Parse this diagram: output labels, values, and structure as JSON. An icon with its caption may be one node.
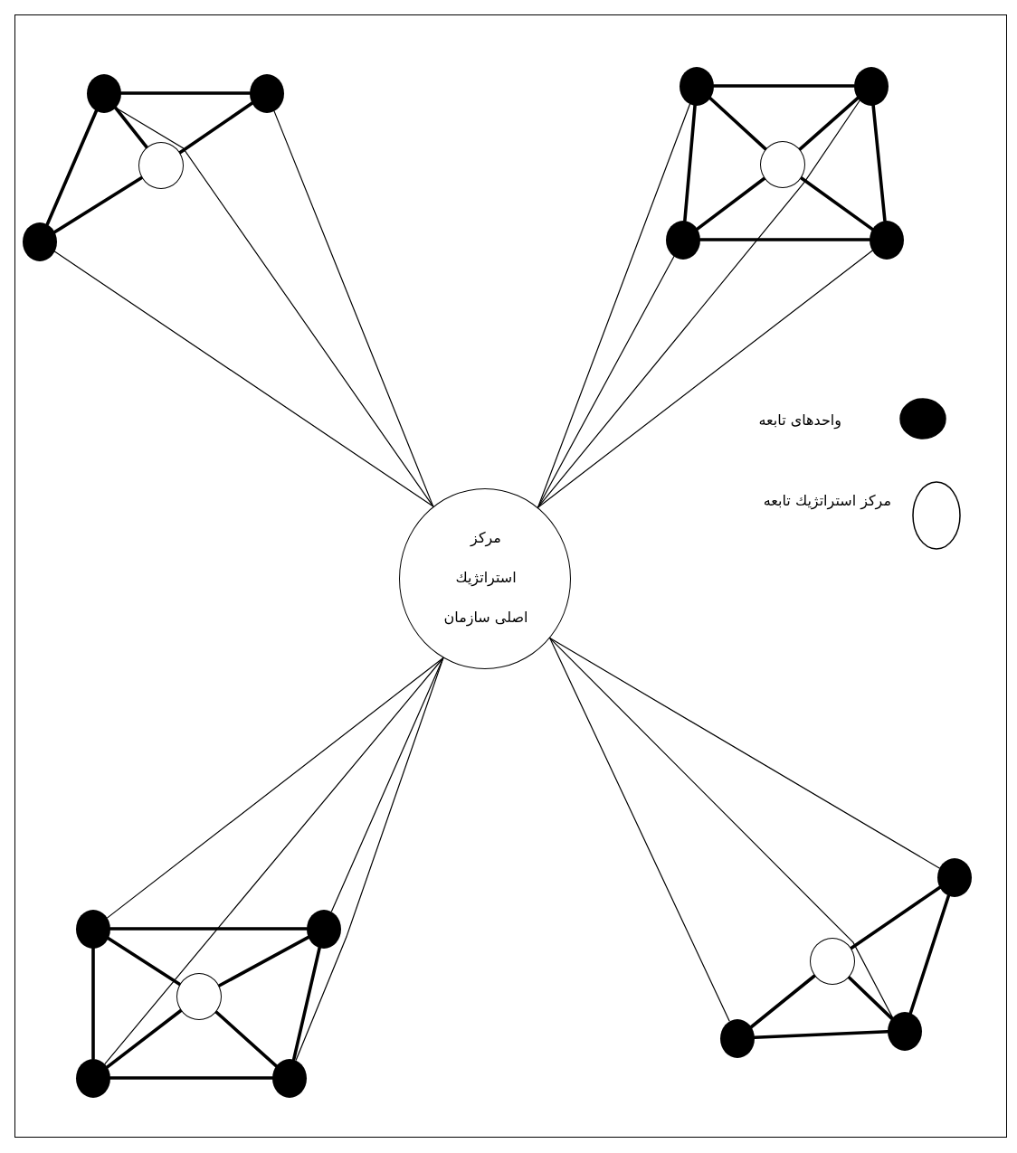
{
  "diagram": {
    "nodes": [
      {
        "text": [
          "مرکز استراتژیك اصلی سازمان"
        ]
      },
      {
        "text": [],
        "shape": "circle"
      },
      {
        "text": [],
        "shape": "circle"
      },
      {
        "text": [],
        "shape": "circle"
      },
      {
        "text": [],
        "shape": "circle"
      },
      {
        "text": [],
        "shape": "circle"
      },
      {
        "text": [],
        "shape": "circle"
      },
      {
        "text": [],
        "shape": "circle"
      },
      {
        "text": [],
        "shape": "circle"
      },
      {
        "text": [],
        "shape": "circle"
      },
      {
        "text": [],
        "shape": "circle"
      },
      {
        "text": [],
        "shape": "circle"
      },
      {
        "text": [],
        "shape": "circle"
      },
      {
        "text": [],
        "shape": "circle"
      },
      {
        "text": [],
        "shape": "circle"
      },
      {
        "text": [],
        "shape": "circle"
      },
      {
        "text": [],
        "shape": "circle"
      },
      {
        "text": [],
        "shape": "circle"
      },
      {
        "text": [],
        "shape": "circle"
      }
    ],
    "edges": [
      {
        "from": 0,
        "to": 4,
        "arrow": "none"
      },
      {
        "from": 0,
        "to": 1,
        "arrow": "none"
      },
      {
        "from": 0,
        "to": 2,
        "arrow": "none"
      },
      {
        "from": 1,
        "to": 2,
        "arrow": "none"
      },
      {
        "from": 1,
        "to": 4,
        "arrow": "none"
      },
      {
        "from": 1,
        "to": 3,
        "arrow": "none"
      },
      {
        "from": 3,
        "to": 2,
        "arrow": "none"
      },
      {
        "from": 4,
        "to": 3,
        "arrow": "none"
      },
      {
        "from": 0,
        "to": 5,
        "arrow": "none"
      },
      {
        "from": 0,
        "to": 8,
        "arrow": "none"
      },
      {
        "from": 0,
        "to": 6,
        "arrow": "none"
      },
      {
        "from": 0,
        "to": 9,
        "arrow": "none"
      },
      {
        "from": 5,
        "to": 6,
        "arrow": "none"
      },
      {
        "from": 5,
        "to": 8,
        "arrow": "none"
      },
      {
        "from": 6,
        "to": 9,
        "arrow": "none"
      },
      {
        "from": 8,
        "to": 9,
        "arrow": "none"
      },
      {
        "from": 5,
        "to": 7,
        "arrow": "none"
      },
      {
        "from": 7,
        "to": 9,
        "arrow": "none"
      },
      {
        "from": 8,
        "to": 7,
        "arrow": "none"
      },
      {
        "from": 7,
        "to": 6,
        "arrow": "none"
      },
      {
        "from": 0,
        "to": 10,
        "arrow": "none"
      },
      {
        "from": 0,
        "to": 13,
        "arrow": "none"
      },
      {
        "from": 0,
        "to": 11,
        "arrow": "none"
      },
      {
        "from": 0,
        "to": 14,
        "arrow": "none"
      },
      {
        "from": 10,
        "to": 11,
        "arrow": "none"
      },
      {
        "from": 10,
        "to": 13,
        "arrow": "none"
      },
      {
        "from": 11,
        "to": 14,
        "arrow": "none"
      },
      {
        "from": 13,
        "to": 14,
        "arrow": "none"
      },
      {
        "from": 10,
        "to": 12,
        "arrow": "none"
      },
      {
        "from": 12,
        "to": 14,
        "arrow": "none"
      },
      {
        "from": 11,
        "to": 12,
        "arrow": "none"
      },
      {
        "from": 12,
        "to": 13,
        "arrow": "none"
      },
      {
        "from": 0,
        "to": 17,
        "arrow": "none"
      },
      {
        "from": 0,
        "to": 18,
        "arrow": "none"
      },
      {
        "from": 0,
        "to": 15,
        "arrow": "none"
      },
      {
        "from": 15,
        "to": 16,
        "arrow": "none"
      },
      {
        "from": 16,
        "to": 17,
        "arrow": "none"
      },
      {
        "from": 17,
        "to": 18,
        "arrow": "none"
      },
      {
        "from": 15,
        "to": 18,
        "arrow": "none"
      },
      {
        "from": 16,
        "to": 18,
        "arrow": "none"
      }
    ],
    "legend": [
      {
        "text": "واحدهای تابعه",
        "color": "#000000"
      },
      {
        "text": "مرکز استراتژیك تابعه",
        "color": "#ffffff"
      }
    ]
  }
}
